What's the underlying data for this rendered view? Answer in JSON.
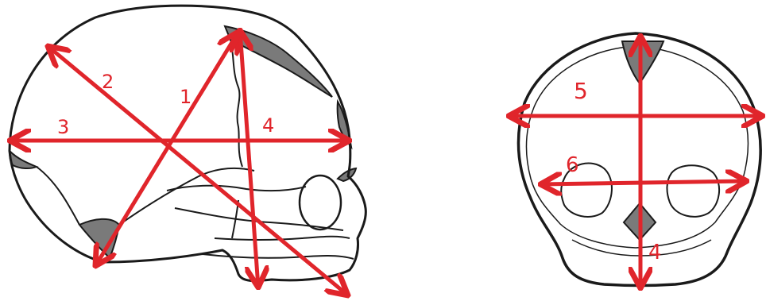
{
  "colors": {
    "outline": "#1a1a1a",
    "fontanel": "#7a7a7a",
    "measure": "#e0252b"
  },
  "lateral_view": {
    "labels": {
      "l1": "1",
      "l2": "2",
      "l3": "3",
      "l4": "4"
    }
  },
  "frontal_view": {
    "labels": {
      "l5": "5",
      "l6": "6",
      "l4": "4"
    }
  }
}
